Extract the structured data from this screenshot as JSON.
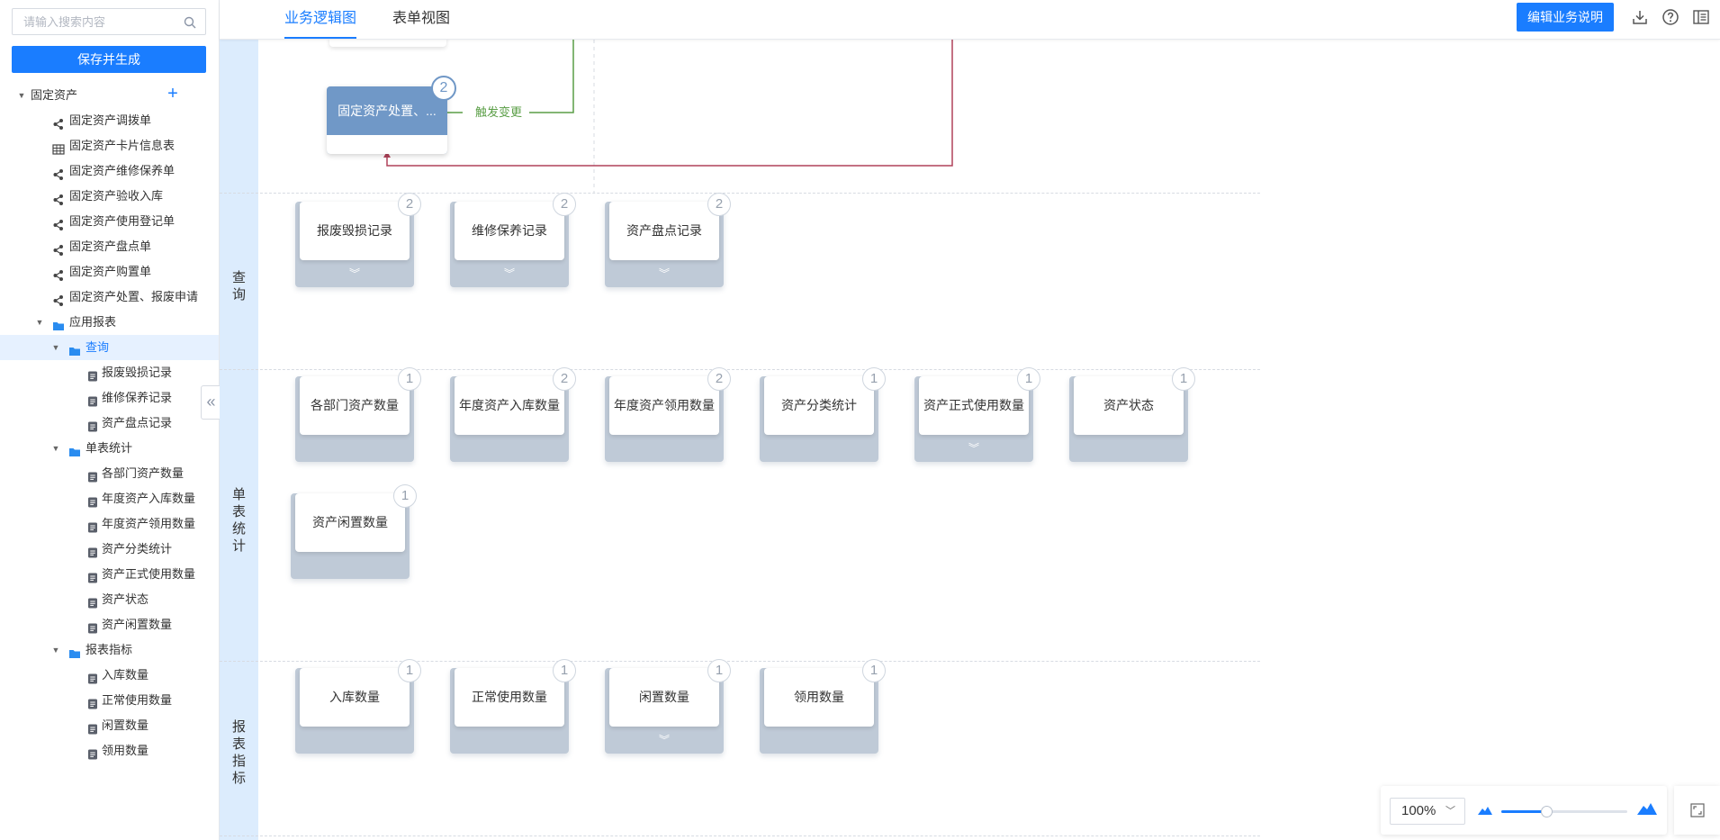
{
  "sidebar": {
    "search": {
      "placeholder": "请输入搜索内容",
      "value": ""
    },
    "save_button": "保存并生成",
    "tree": [
      {
        "label": "固定资产",
        "level": 0,
        "caret": "open",
        "icon": "none",
        "add": true
      },
      {
        "label": "固定资产调拨单",
        "level": 1,
        "caret": "none",
        "icon": "share-icon"
      },
      {
        "label": "固定资产卡片信息表",
        "level": 1,
        "caret": "none",
        "icon": "table-icon"
      },
      {
        "label": "固定资产维修保养单",
        "level": 1,
        "caret": "none",
        "icon": "share-icon"
      },
      {
        "label": "固定资产验收入库",
        "level": 1,
        "caret": "none",
        "icon": "share-icon"
      },
      {
        "label": "固定资产使用登记单",
        "level": 1,
        "caret": "none",
        "icon": "share-icon"
      },
      {
        "label": "固定资产盘点单",
        "level": 1,
        "caret": "none",
        "icon": "share-icon"
      },
      {
        "label": "固定资产购置单",
        "level": 1,
        "caret": "none",
        "icon": "share-icon"
      },
      {
        "label": "固定资产处置、报废申请",
        "level": 1,
        "caret": "none",
        "icon": "share-icon"
      },
      {
        "label": "应用报表",
        "level": 1,
        "caret": "open",
        "icon": "folder-icon"
      },
      {
        "label": "查询",
        "level": 2,
        "caret": "open",
        "icon": "folder-icon",
        "selected": true
      },
      {
        "label": "报废毁损记录",
        "level": 3,
        "caret": "none",
        "icon": "report-icon"
      },
      {
        "label": "维修保养记录",
        "level": 3,
        "caret": "none",
        "icon": "report-icon"
      },
      {
        "label": "资产盘点记录",
        "level": 3,
        "caret": "none",
        "icon": "report-icon"
      },
      {
        "label": "单表统计",
        "level": 2,
        "caret": "open",
        "icon": "folder-icon"
      },
      {
        "label": "各部门资产数量",
        "level": 3,
        "caret": "none",
        "icon": "report-icon"
      },
      {
        "label": "年度资产入库数量",
        "level": 3,
        "caret": "none",
        "icon": "report-icon"
      },
      {
        "label": "年度资产领用数量",
        "level": 3,
        "caret": "none",
        "icon": "report-icon"
      },
      {
        "label": "资产分类统计",
        "level": 3,
        "caret": "none",
        "icon": "report-icon"
      },
      {
        "label": "资产正式使用数量",
        "level": 3,
        "caret": "none",
        "icon": "report-icon"
      },
      {
        "label": "资产状态",
        "level": 3,
        "caret": "none",
        "icon": "report-icon"
      },
      {
        "label": "资产闲置数量",
        "level": 3,
        "caret": "none",
        "icon": "report-icon"
      },
      {
        "label": "报表指标",
        "level": 2,
        "caret": "open",
        "icon": "folder-icon"
      },
      {
        "label": "入库数量",
        "level": 3,
        "caret": "none",
        "icon": "report-icon"
      },
      {
        "label": "正常使用数量",
        "level": 3,
        "caret": "none",
        "icon": "report-icon"
      },
      {
        "label": "闲置数量",
        "level": 3,
        "caret": "none",
        "icon": "report-icon"
      },
      {
        "label": "领用数量",
        "level": 3,
        "caret": "none",
        "icon": "report-icon"
      }
    ]
  },
  "topbar": {
    "tabs": [
      {
        "label": "业务逻辑图",
        "active": true
      },
      {
        "label": "表单视图",
        "active": false
      }
    ],
    "edit_button": "编辑业务说明",
    "icons": [
      "download-icon",
      "help-icon",
      "menu-outline-icon"
    ]
  },
  "canvas": {
    "top_card": {
      "label": "固定资产处置、...",
      "badge": "2"
    },
    "trigger_label": "触发变更",
    "lanes": [
      {
        "label": [
          "查",
          "询"
        ]
      },
      {
        "label": [
          "单",
          "表",
          "统",
          "计"
        ]
      },
      {
        "label": [
          "报",
          "表",
          "指",
          "标"
        ]
      }
    ],
    "cards": [
      {
        "label": "报废毁损记录",
        "badge": "2",
        "expand": true
      },
      {
        "label": "维修保养记录",
        "badge": "2",
        "expand": true
      },
      {
        "label": "资产盘点记录",
        "badge": "2",
        "expand": true
      },
      {
        "label": "各部门资产数量",
        "badge": "1",
        "expand": false
      },
      {
        "label": "年度资产入库数量",
        "badge": "2",
        "expand": false
      },
      {
        "label": "年度资产领用数量",
        "badge": "2",
        "expand": false
      },
      {
        "label": "资产分类统计",
        "badge": "1",
        "expand": false
      },
      {
        "label": "资产正式使用数量",
        "badge": "1",
        "expand": true
      },
      {
        "label": "资产状态",
        "badge": "1",
        "expand": false
      },
      {
        "label": "资产闲置数量",
        "badge": "1",
        "expand": false
      },
      {
        "label": "入库数量",
        "badge": "1",
        "expand": false
      },
      {
        "label": "正常使用数量",
        "badge": "1",
        "expand": false
      },
      {
        "label": "闲置数量",
        "badge": "1",
        "expand": true
      },
      {
        "label": "领用数量",
        "badge": "1",
        "expand": false
      }
    ]
  },
  "zoom": {
    "value_label": "100%",
    "level": 0.36
  },
  "colors": {
    "accent": "#1a7dff",
    "lane_bg": "#dcecfd",
    "card_base": "#bfcad7",
    "green_line": "#5a9e46",
    "red_line": "#b0425a"
  }
}
